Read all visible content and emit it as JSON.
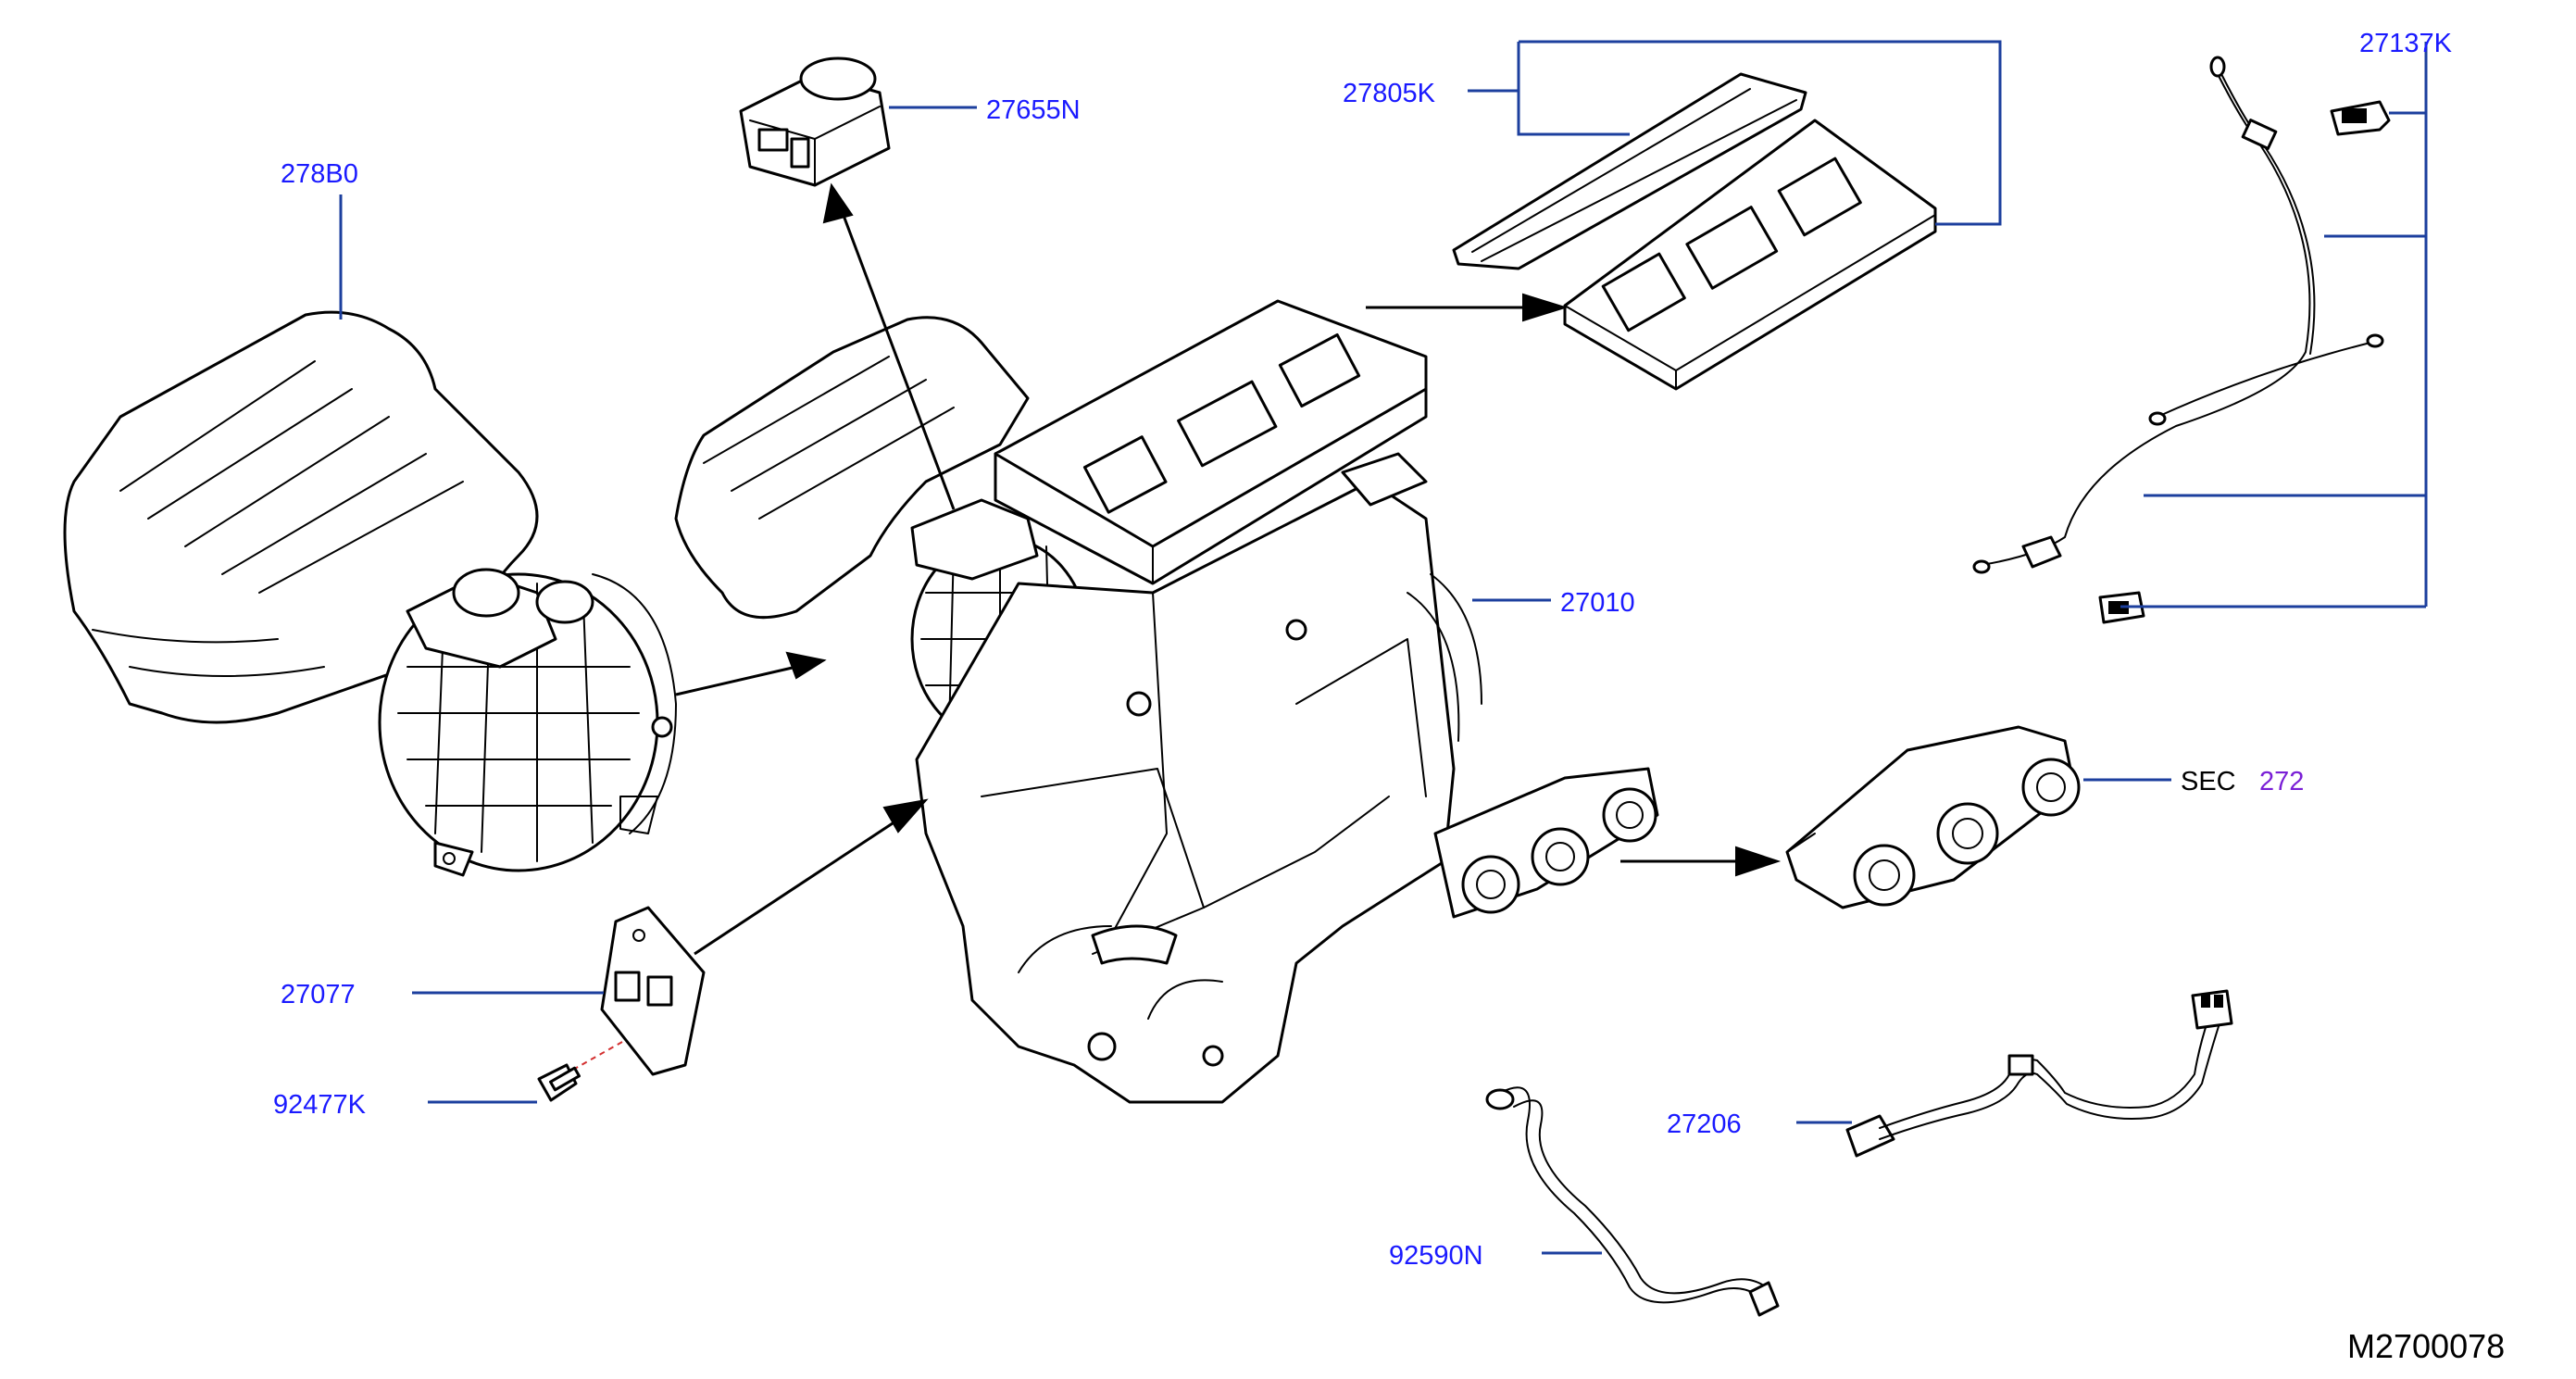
{
  "diagram_id": "M2700078",
  "section_reference": {
    "prefix": "SEC",
    "number": "272"
  },
  "parts": [
    {
      "id": "p-278b0",
      "label": "278B0"
    },
    {
      "id": "p-27655n",
      "label": "27655N"
    },
    {
      "id": "p-27805k",
      "label": "27805K"
    },
    {
      "id": "p-27137k",
      "label": "27137K"
    },
    {
      "id": "p-27010",
      "label": "27010"
    },
    {
      "id": "p-27077",
      "label": "27077"
    },
    {
      "id": "p-92477k",
      "label": "92477K"
    },
    {
      "id": "p-27206",
      "label": "27206"
    },
    {
      "id": "p-92590n",
      "label": "92590N"
    }
  ],
  "colors": {
    "callout_text": "#1a1aff",
    "leader_line": "#1c3f9e",
    "section_number": "#7a1fd6",
    "drawing_ink": "#000000"
  }
}
